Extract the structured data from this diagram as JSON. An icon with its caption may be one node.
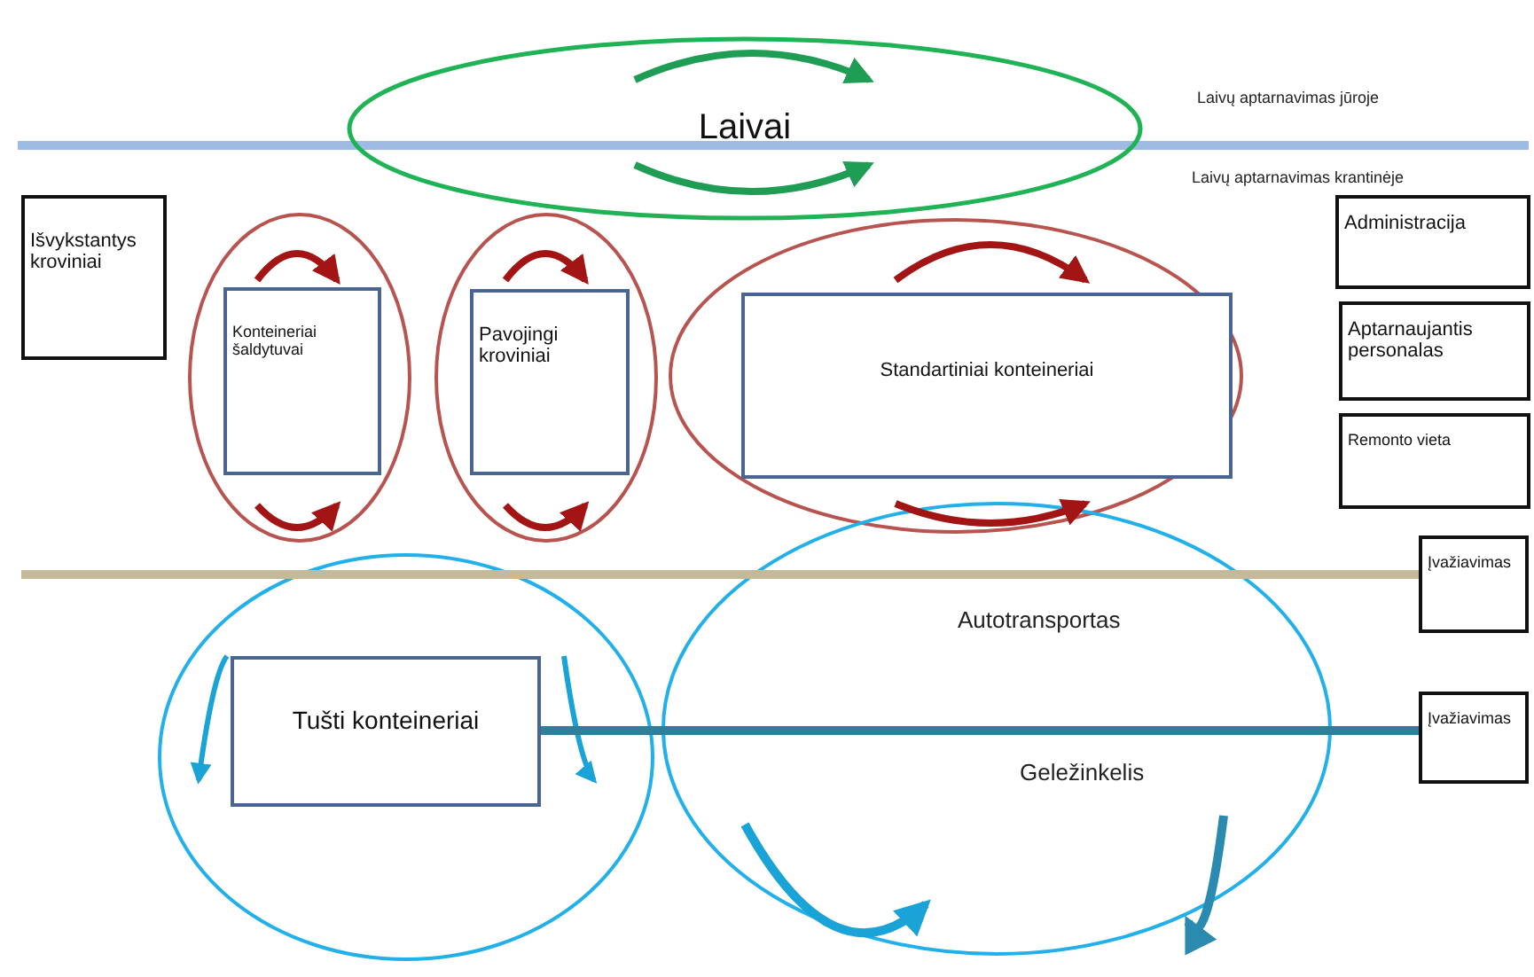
{
  "diagram": {
    "nodes": [
      {
        "text": [
          "Laivai"
        ]
      },
      {
        "text": [
          "Išvykstantys kroviniai"
        ]
      },
      {
        "text": [
          "Konteineriai šaldytuvai"
        ]
      },
      {
        "text": [
          "Pavojingi kroviniai"
        ]
      },
      {
        "text": [
          "Standartiniai konteineriai"
        ]
      },
      {
        "text": [
          "Administracija"
        ]
      },
      {
        "text": [
          "Aptarnaujantis personalas"
        ]
      },
      {
        "text": [
          "Remonto vieta"
        ]
      },
      {
        "text": [
          "Įvažiavimas"
        ]
      },
      {
        "text": [
          "Tušti konteineriai"
        ]
      },
      {
        "text": [
          "Įvažiavimas"
        ]
      }
    ],
    "edges": [
      {
        "from": null,
        "to": 8,
        "arrow": "none",
        "color": "#c4b998"
      },
      {
        "from": 9,
        "to": 10,
        "arrow": "none",
        "color": "#2f7f9a"
      }
    ],
    "labels": [
      "Laivų aptarnavimas jūroje",
      "Laivų aptarnavimas krantinėje",
      "Autotransportas",
      "Geležinkelis"
    ]
  }
}
